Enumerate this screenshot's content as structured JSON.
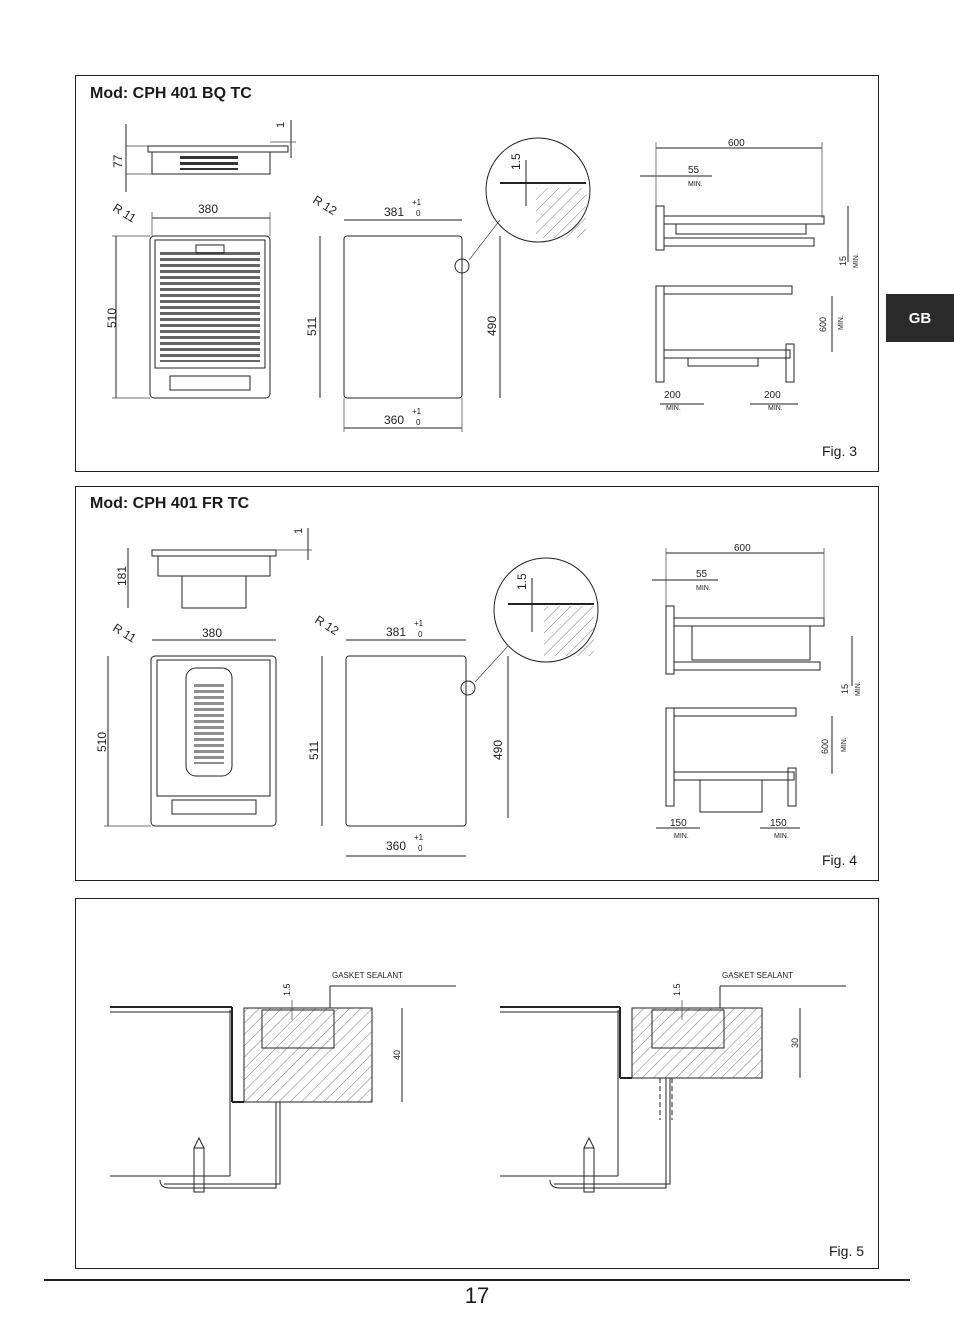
{
  "language_tab": "GB",
  "page_number": "17",
  "fig3": {
    "title": "Mod: CPH 401 BQ TC",
    "label": "Fig. 3",
    "dims": {
      "top_gap": "1",
      "height": "77",
      "radius_left": "R 11",
      "width": "380",
      "depth": "510",
      "radius_cut": "R 12",
      "cut_width": "381",
      "cut_depth": "511",
      "cut_inner": "490",
      "cut_bottom": "360",
      "tol_plus": "+1",
      "tol_zero": "0",
      "detail": "1.5",
      "side_600": "600",
      "side_55": "55",
      "side_15": "15",
      "side_600v": "600",
      "side_200a": "200",
      "side_200b": "200",
      "min": "MIN."
    }
  },
  "fig4": {
    "title": "Mod: CPH 401 FR TC",
    "label": "Fig. 4",
    "dims": {
      "top_gap": "1",
      "height": "181",
      "radius_left": "R 11",
      "width": "380",
      "depth": "510",
      "radius_cut": "R 12",
      "cut_width": "381",
      "cut_depth": "511",
      "cut_inner": "490",
      "cut_bottom": "360",
      "tol_plus": "+1",
      "tol_zero": "0",
      "detail": "1.5",
      "side_600": "600",
      "side_55": "55",
      "side_15": "15",
      "side_600v": "600",
      "side_150a": "150",
      "side_150b": "150",
      "min": "MIN."
    }
  },
  "fig5": {
    "label": "Fig. 5",
    "left": {
      "sealant": "GASKET SEALANT",
      "gap": "1.5",
      "thickness": "40"
    },
    "right": {
      "sealant": "GASKET SEALANT",
      "gap": "1.5",
      "thickness": "30"
    }
  }
}
